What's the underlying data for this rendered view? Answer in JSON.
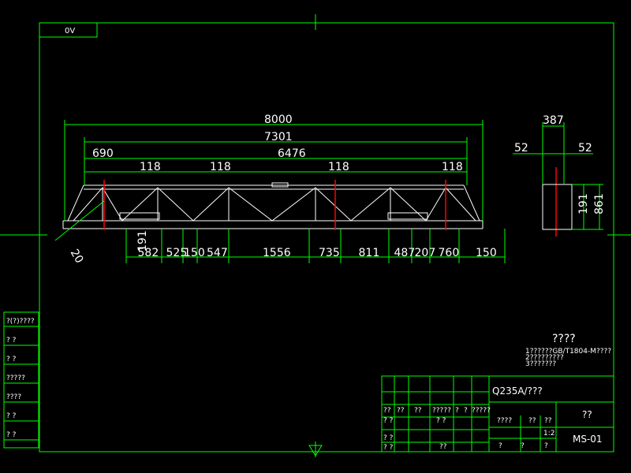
{
  "drawing": {
    "view_tag": "0V",
    "colors": {
      "background": "#000000",
      "frame": "#00ff00",
      "object": "#ffffff",
      "dimension": "#00ff00",
      "centerline": "#ff0000",
      "hatch": "#ff3333"
    }
  },
  "dimensions": {
    "overall_length": "8000",
    "span": "7301",
    "inner_span": "6476",
    "end_offset": "690",
    "gap_118_a": "118",
    "gap_118_b": "118",
    "gap_118_c": "118",
    "gap_118_d": "118",
    "angle_label": "20",
    "vertical_191": "191",
    "bottom_chain": [
      "582",
      "525",
      "150",
      "547",
      "1556",
      "735",
      "811",
      "487",
      "207",
      "760",
      "150"
    ]
  },
  "side_view": {
    "width": "387",
    "left_offset": "52",
    "right_offset": "52",
    "height_191": "191",
    "height_861": "861"
  },
  "notes": {
    "title": "????",
    "line1": "1??????GB/T1804-M????",
    "line2": "2?????????",
    "line3": "3???????"
  },
  "left_strip": [
    "?(?)????",
    "?  ?",
    "?  ?",
    "?????",
    "????",
    "?  ?",
    "?  ?"
  ],
  "title_block": {
    "material": "Q235A/???",
    "name": "??",
    "drawing_no": "MS-01",
    "scale": "1:2",
    "row_labels": [
      "??",
      "??",
      "??",
      "?????",
      "?",
      "?",
      "?????"
    ],
    "col_labels": [
      "????",
      "??",
      "??"
    ],
    "sign_row": [
      "?",
      "?",
      "?"
    ],
    "left_marks": [
      "? ?",
      "? ?",
      "? ?",
      "? ?"
    ],
    "bottom_mark": "??",
    "design_label": "????"
  }
}
